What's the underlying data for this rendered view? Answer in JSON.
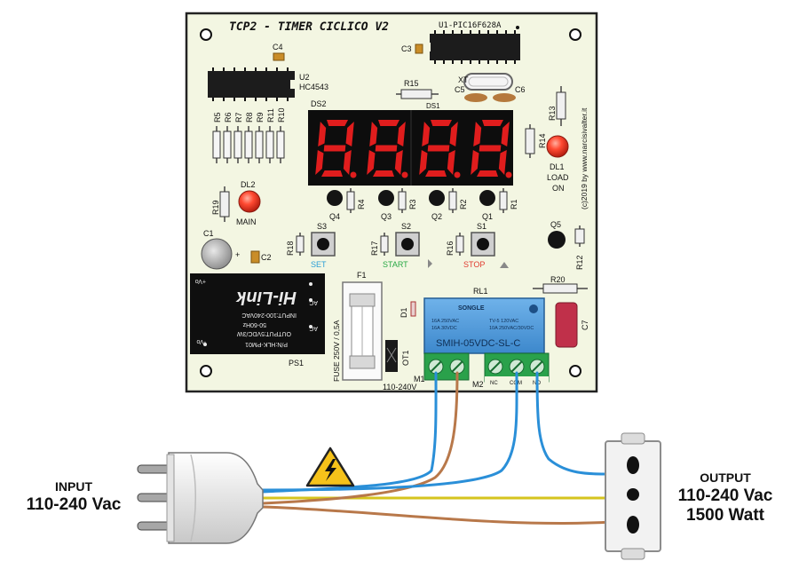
{
  "board": {
    "title": "TCP2 - TIMER CICLICO V2",
    "mcu_label": "U1-PIC16F628A",
    "u2_label": "U2",
    "u2_part": "HC4543",
    "c3": "C3",
    "c4": "C4",
    "c5": "C5",
    "c6": "C6",
    "xt": "XT",
    "r15": "R15",
    "ds1": "DS1",
    "ds2": "DS2",
    "r13": "R13",
    "r14": "R14",
    "resistor_array": [
      "R5",
      "R6",
      "R7",
      "R8",
      "R9",
      "R11",
      "R10"
    ],
    "display_digits": "8.8.8.8",
    "dl1": "DL1",
    "dl1_load": "LOAD",
    "dl1_on": "ON",
    "copyright": "(c)2019 by www.narcisivalter.it",
    "dl2": "DL2",
    "dl2_main": "MAIN",
    "r19": "R19",
    "transistors": [
      {
        "q": "Q4",
        "r": "R4"
      },
      {
        "q": "Q3",
        "r": "R3"
      },
      {
        "q": "Q2",
        "r": "R2"
      },
      {
        "q": "Q1",
        "r": "R1"
      }
    ],
    "c1": "C1",
    "c2": "C2",
    "buttons": [
      {
        "name": "S3",
        "r": "R18",
        "label": "SET",
        "color": "#2a9fd6"
      },
      {
        "name": "S2",
        "r": "R17",
        "label": "START",
        "color": "#27a844"
      },
      {
        "name": "S1",
        "r": "R16",
        "label": "STOP",
        "color": "#e03a2e"
      }
    ],
    "q5": "Q5",
    "r12": "R12",
    "r20": "R20",
    "c7": "C7",
    "psu": {
      "pn": "P/N:HLK-PM01",
      "output": "OUTPUT:5VDC/3W",
      "freq": "50-60Hz",
      "input": "INPUT:100-240VAC",
      "brand": "Hi-Link",
      "vo_pos": "+Vo",
      "vo_neg": "-Vo",
      "ac": "AC",
      "ref": "PS1"
    },
    "f1": "F1",
    "fuse_text": "FUSE 250V / 0,5A",
    "d1": "D1",
    "ot1": "OT1",
    "relay": {
      "ref": "RL1",
      "brand": "SONGLE",
      "spec1": "16A 250VAC",
      "spec2": "16A 30VDC",
      "spec3": "TV-5 120VAC",
      "spec4": "10A 250VAC/30VDC",
      "model": "SMIH-05VDC-SL-C"
    },
    "m1": "M1",
    "m1_volt": "110-240V",
    "m2": "M2",
    "m2_pins": [
      "NC",
      "COM",
      "NO"
    ]
  },
  "input": {
    "title": "INPUT",
    "voltage": "110-240 Vac"
  },
  "output": {
    "title": "OUTPUT",
    "voltage": "110-240 Vac",
    "power": "1500 Watt"
  },
  "colors": {
    "pcb": "#f3f6e2",
    "blue_wire": "#2a8fd8",
    "brown_wire": "#b8784a",
    "ground_wire": "#d6c41e",
    "segment_on": "#e01d1d"
  }
}
